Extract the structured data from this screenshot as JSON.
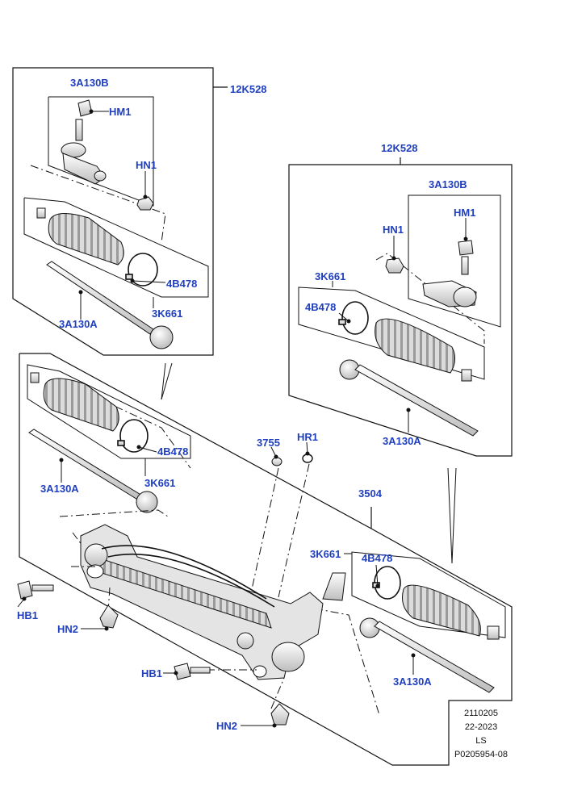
{
  "diagram": {
    "callouts": {
      "kit_left": "12K528",
      "kit_right": "12K528",
      "tie_rod_end_left": "3A130B",
      "tie_rod_end_right": "3A130B",
      "hm1_left": "HM1",
      "hm1_right": "HM1",
      "hn1_left": "HN1",
      "hn1_right": "HN1",
      "clamp_top_left": "4B478",
      "clamp_top_right": "4B478",
      "clamp_mid_left": "4B478",
      "clamp_lower_right": "4B478",
      "boot_top_left": "3K661",
      "boot_top_right": "3K661",
      "boot_mid_left": "3K661",
      "boot_lower_right": "3K661",
      "rod_top_left": "3A130A",
      "rod_top_right": "3A130A",
      "rod_mid_left": "3A130A",
      "rod_lower_right": "3A130A",
      "seal_3755": "3755",
      "hr1": "HR1",
      "gear_3504": "3504",
      "hb1_left": "HB1",
      "hb1_center": "HB1",
      "hn2_left": "HN2",
      "hn2_bottom": "HN2"
    },
    "reference": {
      "line1": "2110205",
      "line2": "22-2023",
      "line3": "LS",
      "line4": "P0205954-08"
    },
    "colors": {
      "callout": "#1f3fbf",
      "line": "#111111",
      "part_fill": "#e6e6e6"
    }
  }
}
